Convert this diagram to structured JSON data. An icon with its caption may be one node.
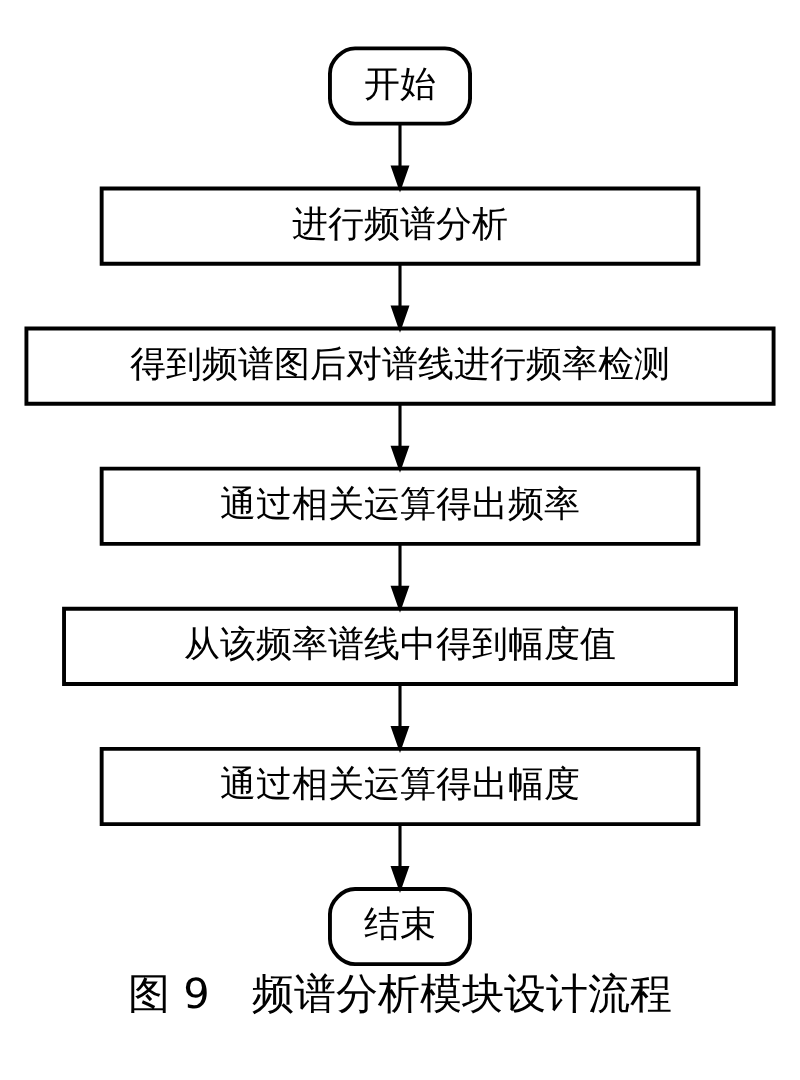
{
  "diagram": {
    "caption": "图 9　频谱分析模块设计流程",
    "nodes": [
      {
        "text": [
          "开始"
        ]
      },
      {
        "text": [
          "进行频谱分析"
        ]
      },
      {
        "text": [
          "得到频谱图后对谱线进行频率检测"
        ]
      },
      {
        "text": [
          "通过相关运算得出频率"
        ]
      },
      {
        "text": [
          "从该频率谱线中得到幅度值"
        ]
      },
      {
        "text": [
          "通过相关运算得出幅度"
        ]
      },
      {
        "text": [
          "结束"
        ]
      }
    ],
    "edges": [
      {
        "from": 0,
        "to": 1,
        "arrow": "to"
      },
      {
        "from": 1,
        "to": 2,
        "arrow": "to"
      },
      {
        "from": 2,
        "to": 3,
        "arrow": "to"
      },
      {
        "from": 3,
        "to": 4,
        "arrow": "to"
      },
      {
        "from": 4,
        "to": 5,
        "arrow": "to"
      },
      {
        "from": 5,
        "to": 6,
        "arrow": "to"
      }
    ]
  }
}
